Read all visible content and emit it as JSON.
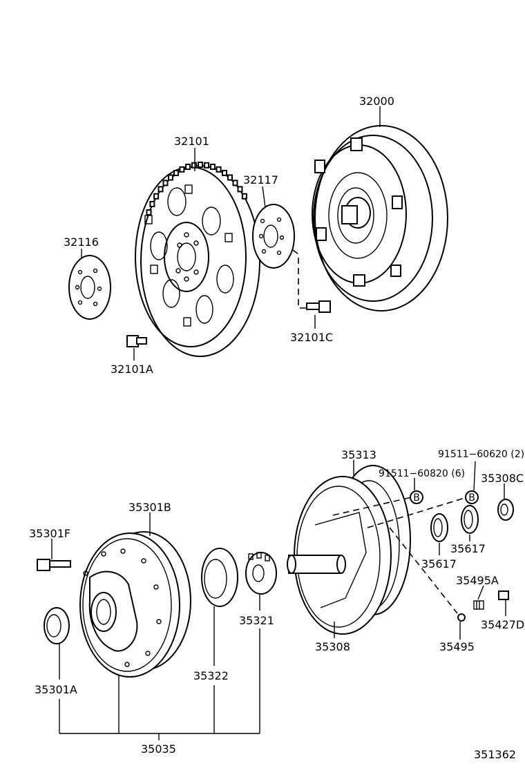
{
  "parts": {
    "p32000": "32000",
    "p32101": "32101",
    "p32117": "32117",
    "p32116": "32116",
    "p32101A": "32101A",
    "p32101C": "32101C",
    "p35313": "35313",
    "p91511_60620": "91511−60620 (2)",
    "p91511_60820": "91511−60820 (6)",
    "p35308C": "35308C",
    "p35301B": "35301B",
    "p35301F": "35301F",
    "p35617a": "35617",
    "p35617b": "35617",
    "p35495A": "35495A",
    "p35427D": "35427D",
    "p35495": "35495",
    "p35308": "35308",
    "p35321": "35321",
    "p35322": "35322",
    "p35301A": "35301A",
    "p35035": "35035"
  },
  "markers": {
    "b1": "B",
    "b2": "B"
  },
  "figure_id": "351362"
}
